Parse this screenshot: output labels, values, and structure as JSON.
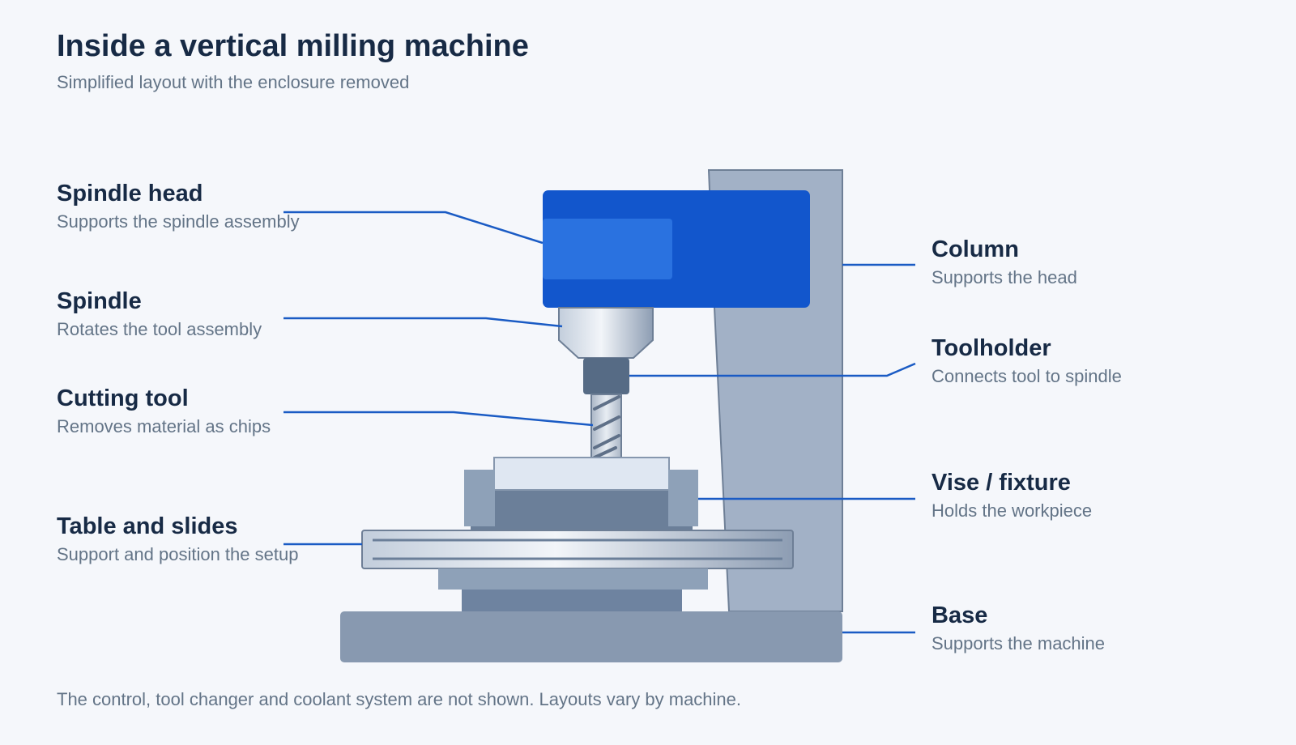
{
  "title": "Inside a vertical milling machine",
  "subtitle": "Simplified layout with the enclosure removed",
  "colors": {
    "accent": "#1256cc",
    "leader_line": "#1a5bc4",
    "title_text": "#172a45",
    "muted_text": "#637487",
    "column": "#a2b1c6",
    "base": "#8899b0",
    "background": "#f5f7fb"
  },
  "labels": {
    "spindle_head": {
      "name": "Spindle head",
      "desc": "Supports the spindle assembly"
    },
    "spindle": {
      "name": "Spindle",
      "desc": "Rotates the tool assembly"
    },
    "cutting_tool": {
      "name": "Cutting tool",
      "desc": "Removes material as chips"
    },
    "table_slides": {
      "name": "Table and slides",
      "desc": "Support and position the setup"
    },
    "column": {
      "name": "Column",
      "desc": "Supports the head"
    },
    "toolholder": {
      "name": "Toolholder",
      "desc": "Connects tool to spindle"
    },
    "vise": {
      "name": "Vise / fixture",
      "desc": "Holds the workpiece"
    },
    "base": {
      "name": "Base",
      "desc": "Supports the machine"
    }
  },
  "footnote": "The control, tool changer and coolant system are not shown. Layouts vary by machine."
}
